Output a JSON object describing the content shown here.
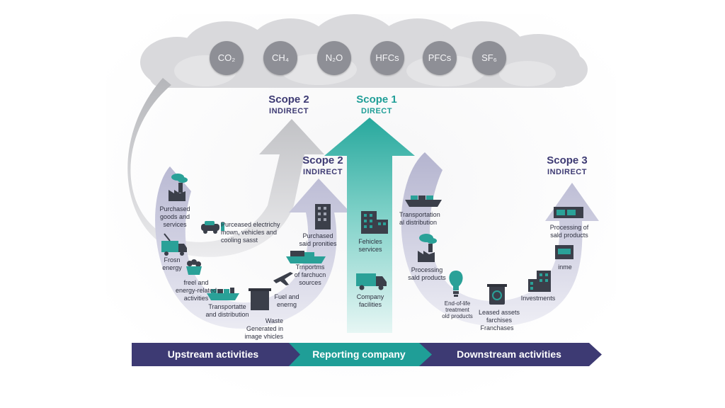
{
  "gases": [
    "CO₂",
    "CH₄",
    "N₂O",
    "HFCs",
    "PFCs",
    "SF₆"
  ],
  "scopes": {
    "scope2_top": {
      "title": "Scope 2",
      "subtitle": "INDIRECT"
    },
    "scope1": {
      "title": "Scope 1",
      "subtitle": "DIRECT"
    },
    "scope2_mid": {
      "title": "Scope 2",
      "subtitle": "INDIRECT"
    },
    "scope3": {
      "title": "Scope 3",
      "subtitle": "INDIRECT"
    }
  },
  "upstream_items": [
    "Purchased\ngoods and\nservices",
    "Purceased electrichy\nmown, vehicles and\ncooling sasst",
    "Frosn\nenergy",
    "freel and\nenergy-related\nactivities",
    "Transportatte\nand distribution",
    "Waste\nGenerated in\nimage vhicles",
    "Fuel and\nenerng",
    "Trnportms\nof farchucn\nsources",
    "Purchased\nsaid pronities"
  ],
  "company_items": [
    "Fehicles\nservices",
    "Company\nfacilities"
  ],
  "downstream_items": [
    "Transportation\nal distribution",
    "Processing\nsald products",
    "End-of-life\ntreatment\nold products",
    "Leased assets\nfarchises",
    "Franchases",
    "Investments",
    "inme",
    "Processing of\nsald products"
  ],
  "bottom_bar": {
    "upstream": "Upstream activities",
    "reporting": "Reporting company",
    "downstream": "Downstream activities"
  },
  "colors": {
    "navy": "#3d3a73",
    "teal": "#1f9e97",
    "gray_arrow": "#b9babd",
    "lavender": "#c8c8dc",
    "icon_dark": "#3b3f4a",
    "icon_teal": "#2aa198",
    "gas_circle": "#8e8f96"
  },
  "icons": [
    "factory-icon",
    "charging-car-icon",
    "truck-icon",
    "coal-cart-icon",
    "cargo-ship-icon",
    "waste-bin-icon",
    "airplane-icon",
    "ship-icon",
    "office-building-icon",
    "truck-icon",
    "factory-icon",
    "lightbulb-icon",
    "recycle-bin-icon",
    "office-building-icon",
    "storefront-icon"
  ]
}
